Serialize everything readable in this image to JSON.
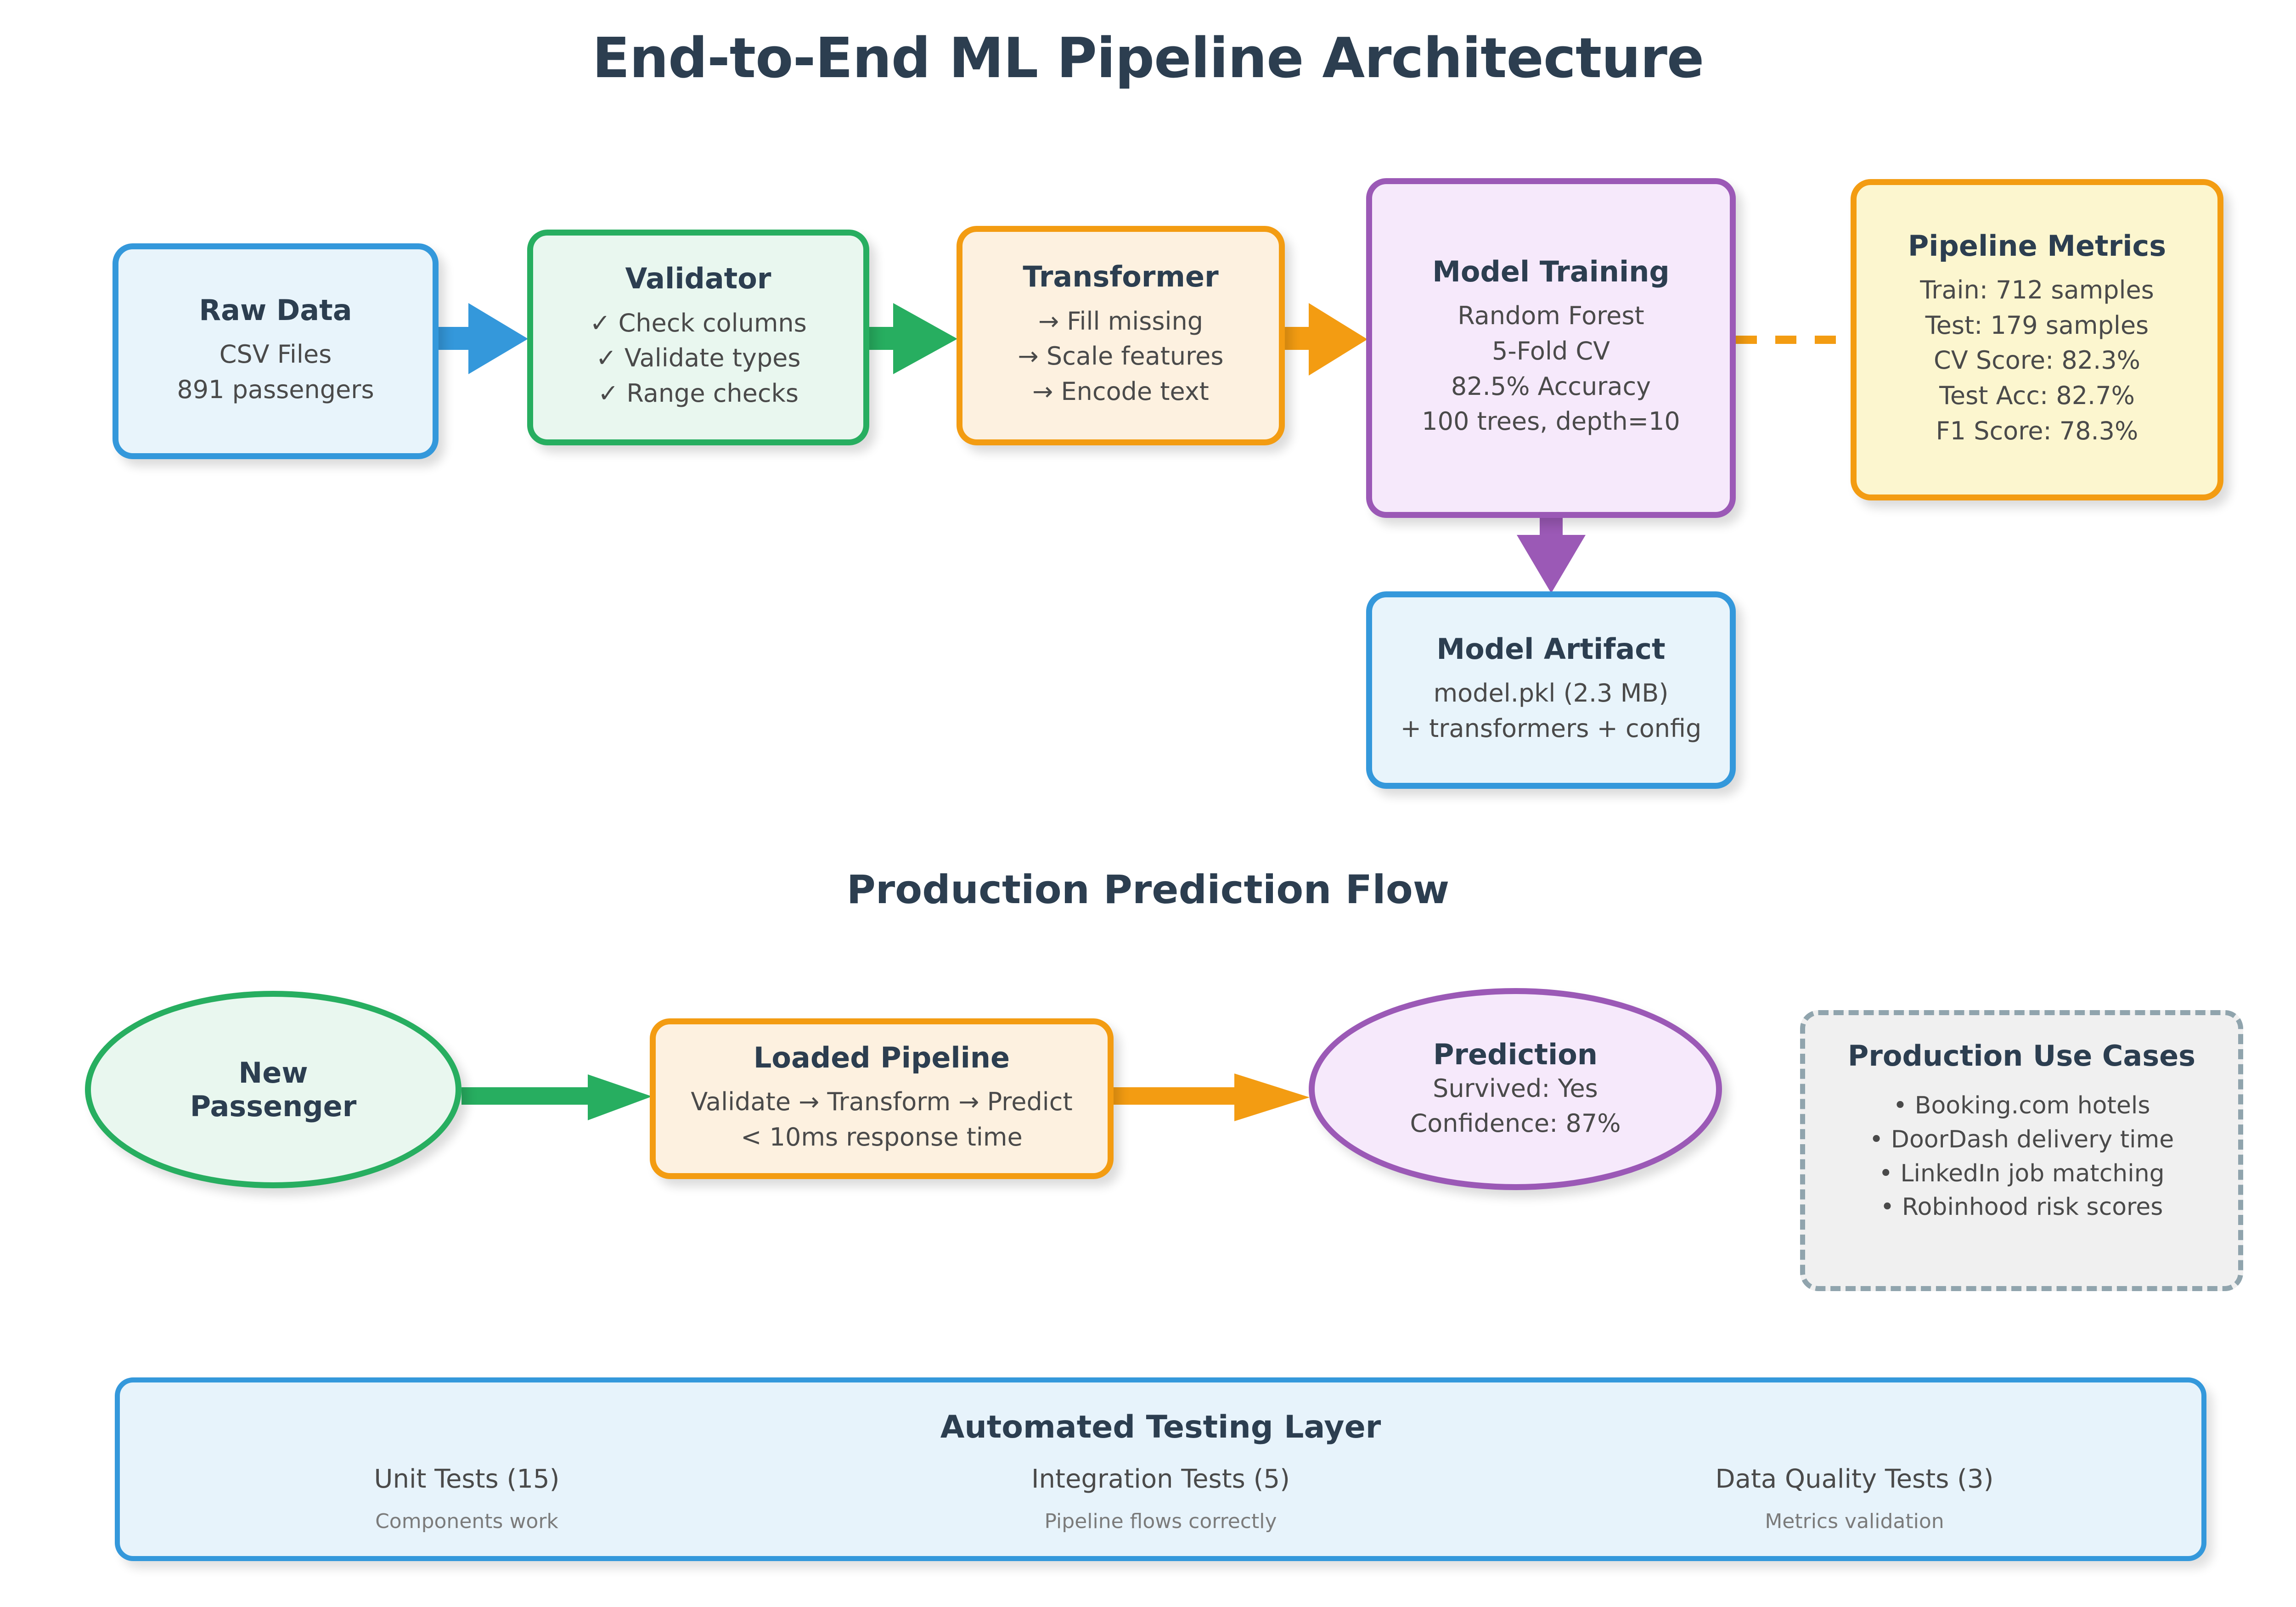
{
  "title": "End-to-End ML Pipeline Architecture",
  "section_title": "Production Prediction Flow",
  "colors": {
    "blue": "#3498db",
    "green": "#27ae60",
    "orange": "#f39c12",
    "purple": "#9b59b6",
    "navy": "#2c3e50",
    "gray_dash": "#90a4ad"
  },
  "pipeline": {
    "raw_data": {
      "title": "Raw Data",
      "lines": [
        "CSV Files",
        "891 passengers"
      ]
    },
    "validator": {
      "title": "Validator",
      "lines": [
        "✓ Check columns",
        "✓ Validate types",
        "✓ Range checks"
      ]
    },
    "transformer": {
      "title": "Transformer",
      "lines": [
        "→ Fill missing",
        "→ Scale features",
        "→ Encode text"
      ]
    },
    "model_training": {
      "title": "Model Training",
      "lines": [
        "Random Forest",
        "5-Fold CV",
        "82.5% Accuracy",
        "100 trees, depth=10"
      ]
    },
    "pipeline_metrics": {
      "title": "Pipeline Metrics",
      "lines": [
        "Train: 712 samples",
        "Test: 179 samples",
        "CV Score: 82.3%",
        "Test Acc: 82.7%",
        "F1 Score: 78.3%"
      ]
    },
    "model_artifact": {
      "title": "Model Artifact",
      "lines": [
        "model.pkl (2.3 MB)",
        "+ transformers + config"
      ]
    }
  },
  "production": {
    "new_passenger": {
      "title": "New\nPassenger"
    },
    "loaded_pipeline": {
      "title": "Loaded Pipeline",
      "lines": [
        "Validate → Transform → Predict",
        "< 10ms response time"
      ]
    },
    "prediction": {
      "title": "Prediction",
      "lines": [
        "Survived: Yes",
        "Confidence: 87%"
      ]
    },
    "use_cases": {
      "title": "Production Use Cases",
      "items": [
        "• Booking.com hotels",
        "• DoorDash delivery time",
        "• LinkedIn job matching",
        "• Robinhood risk scores"
      ]
    }
  },
  "testing_layer": {
    "title": "Automated Testing Layer",
    "columns": [
      {
        "name": "Unit Tests (15)",
        "desc": "Components work"
      },
      {
        "name": "Integration Tests (5)",
        "desc": "Pipeline flows correctly"
      },
      {
        "name": "Data Quality Tests (3)",
        "desc": "Metrics validation"
      }
    ]
  }
}
